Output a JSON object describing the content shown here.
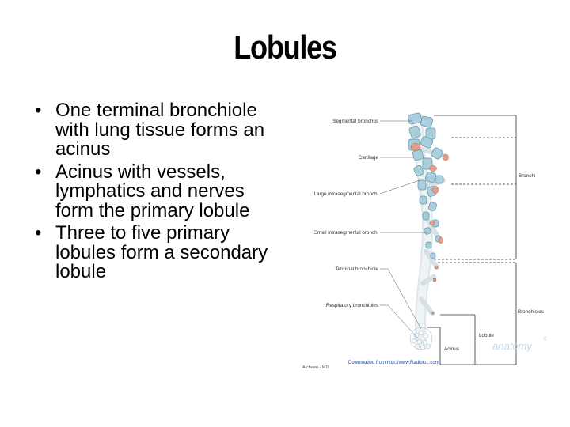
{
  "slide": {
    "title": "Lobules",
    "bullets": [
      "One terminal bronchiole with lung tissue forms an acinus",
      "Acinus with vessels, lymphatics and nerves form the primary lobule",
      "Three to five primary lobules form a secondary lobule"
    ],
    "bullet_glyph": "•"
  },
  "figure": {
    "labels": {
      "segmental_bronchus": "Segmental bronchus",
      "cartilage": "Cartilage",
      "large_intrasegmental": "Large intrasegmental bronchi",
      "small_intrasegmental": "Small intrasegmental bronchi",
      "terminal_bronchiole": "Terminal bronchiole",
      "respiratory_bronchioles": "Respiratory bronchioles"
    },
    "brackets": {
      "bronchi": "Bronchi",
      "bronchioles": "Bronchioles",
      "lobule": "Lobule",
      "acinus": "Acinus"
    },
    "credit": "Aicheau - MD",
    "download_text": "Downloaded from http://www.Radiolo...com",
    "watermark": "anatomy",
    "watermark_number": "4"
  },
  "colors": {
    "cartilage": "#a9cfdc",
    "cartilage_edge": "#5d8fa3",
    "lumen": "#e0a08a",
    "airway": "#eef3f6",
    "download_link": "#1a4ea8"
  }
}
